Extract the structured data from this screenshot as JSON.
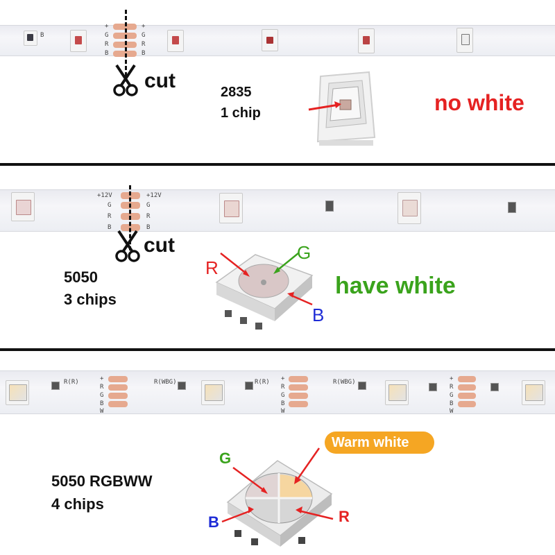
{
  "colors": {
    "no_white": "#e52222",
    "have_white": "#3aa31c",
    "red": "#e52222",
    "green": "#3aa31c",
    "blue": "#1d2bd6",
    "warm_badge": "#f5a623",
    "pad": "#e6a98f"
  },
  "section1": {
    "pin_labels_left": [
      "+",
      "G",
      "R",
      "B"
    ],
    "pin_labels_right": [
      "+",
      "G",
      "R",
      "B"
    ],
    "end_label": "B",
    "cut_label": "cut",
    "model": "2835",
    "chips": "1 chip",
    "tag": "no white",
    "cut_icon": "scissors-icon"
  },
  "section2": {
    "pin_labels_left": [
      "+12V",
      "G",
      "R",
      "B"
    ],
    "pin_labels_right": [
      "+12V",
      "G",
      "R",
      "B"
    ],
    "cut_label": "cut",
    "model": "5050",
    "chips": "3 chips",
    "tag": "have white",
    "chip_labels": {
      "r": "R",
      "g": "G",
      "b": "B"
    },
    "cut_icon": "scissors-icon"
  },
  "section3": {
    "pin_labels": [
      "+",
      "R",
      "G",
      "B",
      "W"
    ],
    "resistor_labels": [
      "R(R)",
      "R(WBG)",
      "R(R)",
      "R(WBG)"
    ],
    "model": "5050 RGBWW",
    "chips": "4 chips",
    "warm_label": "Warm white",
    "chip_labels": {
      "g": "G",
      "b": "B",
      "r": "R"
    }
  }
}
